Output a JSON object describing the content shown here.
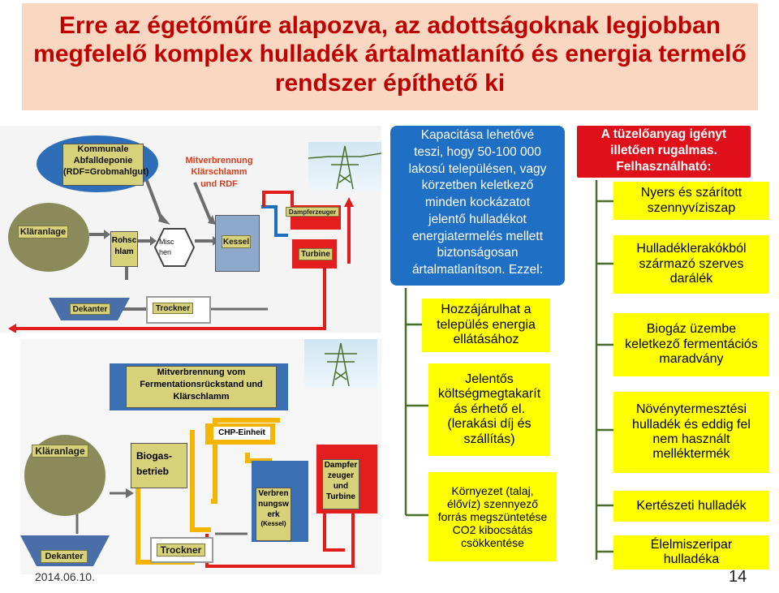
{
  "title": {
    "line1": "Erre az égetőműre alapozva, az adottságoknak legjobban",
    "line2": "megfelelő komplex  hulladék ártalmatlanító és energia termelő",
    "line3": "rendszer építhető ki"
  },
  "diagram_top": {
    "deponie": [
      "Kommunale",
      "Abfalldeponie",
      "(RDF=Grobmahlgut)"
    ],
    "mitverbrennung": [
      "Mitverbrennung",
      "Klärschlamm",
      "und RDF"
    ],
    "klaranlage": "Kläranlage",
    "rohschlamm": [
      "Rohsc",
      "hlam"
    ],
    "mischen": [
      "Misc",
      "hen"
    ],
    "kessel": "Kessel",
    "dampferzeuger": "Dampferzeuger",
    "turbine": "Turbine",
    "dekanter": "Dekanter",
    "trockner": "Trockner"
  },
  "diagram_bottom": {
    "mitverbrennung": [
      "Mitverbrennung vom",
      "Fermentationsrückstand und",
      "Klärschlamm"
    ],
    "chp": "CHP-Einheit",
    "klaranlage": "Kläranlage",
    "biogas": [
      "Biogas-",
      "betrieb"
    ],
    "verbrennung": [
      "Verbren",
      "nungsw",
      "erk",
      "(Kessel)"
    ],
    "dampfer": [
      "Dampfer",
      "zeuger",
      "und",
      "Turbine"
    ],
    "dekanter": "Dekanter",
    "trockner": "Trockner"
  },
  "capacity_box": [
    "Kapacitása lehetővé",
    "teszi, hogy 50-100 000",
    "lakosú településen, vagy",
    "körzetben keletkező",
    "minden kockázatot",
    "jelentő hulladékot",
    "energiatermelés mellett",
    "biztonságosan",
    "ártalmatlanítson. Ezzel:"
  ],
  "benefits": [
    [
      "Hozzájárulhat a",
      "település energia",
      "ellátásához"
    ],
    [
      "Jelentős",
      "költségmegtakarít",
      "ás érhető el.",
      "(lerakási díj és",
      "szállítás)"
    ],
    [
      "Környezet (talaj,",
      "élővíz) szennyező",
      "forrás megszüntetése",
      "CO2 kibocsátás",
      "csökkentése"
    ]
  ],
  "fuel_header": [
    "A tüzelőanyag igényt",
    "illetően rugalmas.",
    "Felhasználható:"
  ],
  "fuels": [
    [
      "Nyers és szárított",
      "szennyvíziszap"
    ],
    [
      "Hulladéklerakókból",
      "származó szerves",
      "darálék"
    ],
    [
      "Biogáz üzembe",
      "keletkező fermentációs",
      "maradvány"
    ],
    [
      "Növénytermesztési",
      "hulladék és eddig fel",
      "nem használt",
      "melléktermék"
    ],
    [
      "Kertészeti hulladék"
    ],
    [
      "Élelmiszeripar",
      "hulladéka"
    ]
  ],
  "footer": {
    "date": "2014.06.10.",
    "page": "14"
  },
  "colors": {
    "title_bg": "#fad7c0",
    "title_text": "#c00000",
    "capacity_bg": "#1f6fc4",
    "fuel_header_bg": "#e0101b",
    "yellow": "#ffff00",
    "tree_line": "#4a6f2a"
  }
}
